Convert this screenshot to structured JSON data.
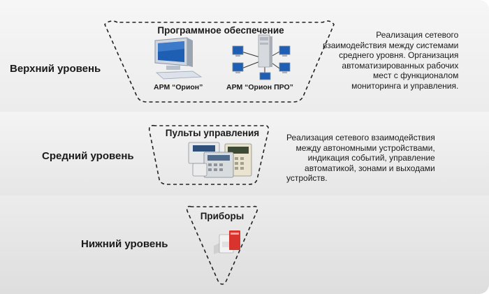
{
  "levels": {
    "top": {
      "label": "Верхний уровень",
      "header": "Программное обеспечение",
      "items": [
        "АРМ “Орион”",
        "АРМ “Орион ПРО”"
      ],
      "description": [
        "Реализация сетевого",
        "взаимодействия между системами",
        "среднего уровня. Организация",
        "автоматизированных рабочих",
        "мест с функционалом",
        "мониторинга и управления."
      ]
    },
    "middle": {
      "label": "Средний уровень",
      "header": "Пульты управления",
      "description": [
        "Реализация сетевого взаимодействия",
        "между автономными устройствами,",
        "индикация событий, управление",
        "автоматикой, зонами и выходами",
        "устройств."
      ]
    },
    "bottom": {
      "label": "Нижний уровень",
      "header": "Приборы"
    }
  },
  "colors": {
    "band_light": "#eeeeee",
    "band_mid": "#e2e2e2",
    "band_bottom": "#dadada",
    "dash": "#222222",
    "monitor_blue": "#1f5fb3",
    "device_red": "#d9332e"
  }
}
